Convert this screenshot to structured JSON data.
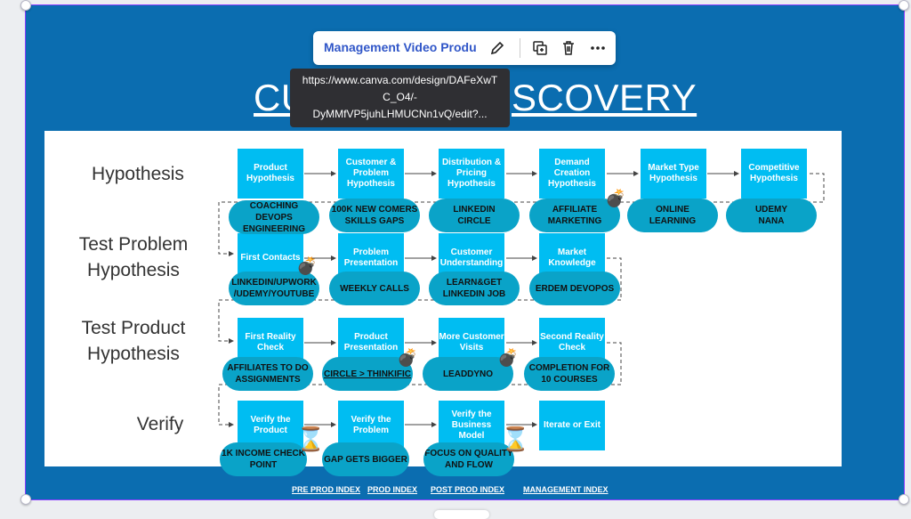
{
  "toolbar": {
    "design_name": "Management Video Production",
    "edit_icon": "pencil-icon",
    "duplicate_icon": "duplicate-icon",
    "delete_icon": "trash-icon",
    "more_icon": "more-dots-icon"
  },
  "tooltip": {
    "line1": "https://www.canva.com/design/DAFeXwT",
    "line2": "C_O4/-",
    "line3": "DyMMfVP5juhLHMUCNn1vQ/edit?..."
  },
  "slide": {
    "title_left": "CU",
    "title_right": "SCOVERY",
    "background": "#0b6db0",
    "accent": "#00bdf2",
    "pill_color": "#0aa3c8"
  },
  "rows": [
    {
      "label": "Hypothesis",
      "boxes": [
        "Product Hypothesis",
        "Customer & Problem Hypothesis",
        "Distribution & Pricing Hypothesis",
        "Demand Creation Hypothesis",
        "Market Type Hypothesis",
        "Competitive Hypothesis"
      ],
      "pills": [
        "COACHING\nDEVOPS\nENGINEERING",
        "100K NEW COMERS\nSKILLS GAPS",
        "LINKEDIN\nCIRCLE",
        "AFFILIATE\nMARKETING",
        "ONLINE\nLEARNING",
        "UDEMY\nNANA"
      ]
    },
    {
      "label": "Test Problem Hypothesis",
      "boxes": [
        "First Contacts",
        "Problem Presentation",
        "Customer Understanding",
        "Market Knowledge"
      ],
      "pills": [
        "LINKEDIN/UPWORK\n/UDEMY/YOUTUBE",
        "WEEKLY CALLS",
        "LEARN&GET\nLINKEDIN JOB",
        "ERDEM DEVOPOS"
      ]
    },
    {
      "label": "Test Product Hypothesis",
      "boxes": [
        "First Reality Check",
        "Product Presentation",
        "More Customer Visits",
        "Second Reality Check"
      ],
      "pills": [
        "AFFILIATES TO DO\nASSIGNMENTS",
        "CIRCLE > THINKIFIC",
        "LEADDYNO",
        "COMPLETION FOR\n10 COURSES"
      ]
    },
    {
      "label": "Verify",
      "boxes": [
        "Verify the Product",
        "Verify the Problem",
        "Verify the Business Model",
        "Iterate or Exit"
      ],
      "pills": [
        "1K INCOME CHECK\nPOINT",
        "GAP GETS BIGGER",
        "FOCUS ON QUALITY\nAND FLOW"
      ]
    }
  ],
  "bomb_icon": "bomb-icon",
  "hourglass_icon": "hourglass-icon",
  "links": [
    "PRE PROD INDEX",
    "PROD INDEX",
    "POST PROD INDEX",
    "MANAGEMENT INDEX"
  ]
}
